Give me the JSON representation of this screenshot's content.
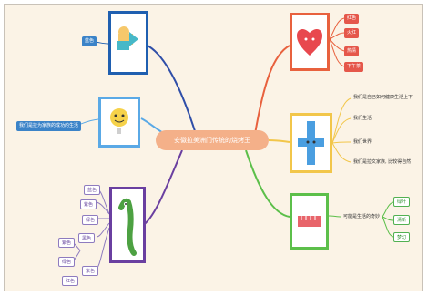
{
  "central": {
    "title": "安徽拉美洲门传统的烧烤王"
  },
  "branches": {
    "blue_top": {
      "icon": "arrow-figure-icon",
      "leaves": [
        "蓝色"
      ]
    },
    "lightblue": {
      "icon": "emoji-figure-icon",
      "leaves": [
        "我们是拉为家族的成功的生活"
      ]
    },
    "purple": {
      "icon": "alien-figure-icon",
      "leaves": [
        "蓝色",
        "紫色",
        "绿色",
        "黑色",
        "紫色",
        "绿色",
        "紫色",
        "红色"
      ]
    },
    "red": {
      "icon": "heart-icon",
      "leaves": [
        "红色",
        "火红",
        "热情",
        "下午茶"
      ]
    },
    "yellow": {
      "icon": "cross-figure-icon",
      "leaves": [
        "我们是自己如何健康生活上下",
        "我们生活",
        "我们世界",
        "我们是拉文家族, 比较得自然"
      ]
    },
    "green": {
      "icon": "ruler-figure-icon",
      "leaves": [
        "可能是生活的奇妙",
        "绿叶",
        "清新",
        "梦幻"
      ]
    }
  },
  "colors": {
    "blue": "#1f5fb0",
    "lightblue": "#5aa9e6",
    "purple": "#6a3fa0",
    "red": "#e8613e",
    "yellow": "#f2c64a",
    "green": "#5cbf4a",
    "central": "#f4b089"
  }
}
